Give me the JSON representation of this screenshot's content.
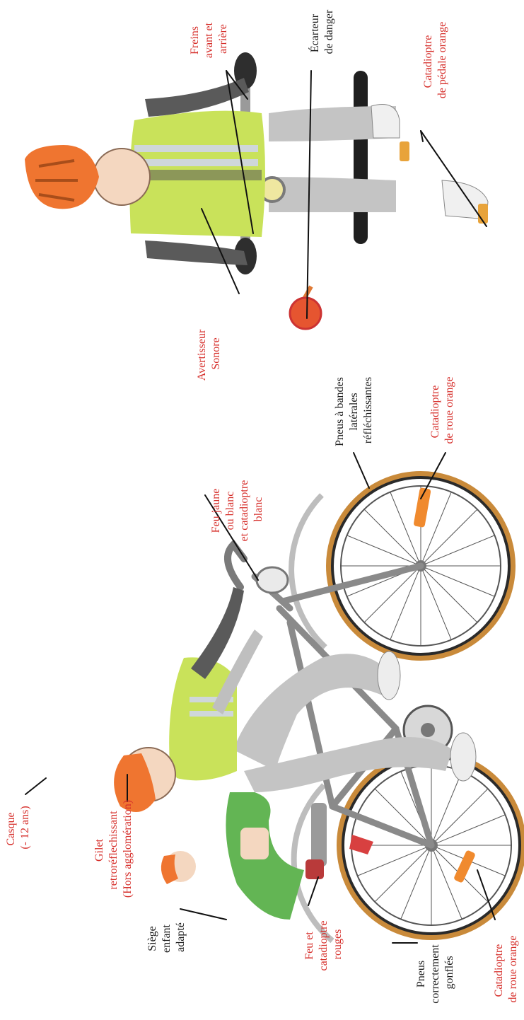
{
  "colors": {
    "label_red": "#d62f2b",
    "label_black": "#1b1b1b",
    "vest_yellow": "#c9e25a",
    "helmet_orange": "#ef7530",
    "seat_green": "#63b554",
    "trousers_grey": "#c4c4c4",
    "sleeve_dark": "#5a5a5a",
    "reflector_orange": "#f08a2e",
    "tyre_tan": "#c98a3a"
  },
  "labels": {
    "casque": [
      "Casque",
      "(- 12 ans)"
    ],
    "gilet": [
      "Gilet",
      "retroréflechissant",
      "(Hors agglomération)"
    ],
    "siege": [
      "Siège",
      "enfant",
      "adapté"
    ],
    "feu_rouge": [
      "Feu et",
      "catadioptre",
      "rouges"
    ],
    "pneus_gonfles": [
      "Pneus",
      "correctement",
      "gonflés"
    ],
    "cata_roue_arriere": [
      "Catadioptre",
      "de roue orange"
    ],
    "feu_jaune": [
      "Feu jaune",
      "ou blanc",
      "et catadioptre",
      "blanc"
    ],
    "pneus_bandes": [
      "Pneus à bandes",
      "latérales",
      "réfléchissantes"
    ],
    "cata_roue_avant": [
      "Catadioptre",
      "de roue orange"
    ],
    "avertisseur": [
      "Avertisseur",
      "Sonore"
    ],
    "freins": [
      "Freins",
      "avant et",
      "arrière"
    ],
    "ecarteur": [
      "Écarteur",
      "de danger"
    ],
    "cata_pedale": [
      "Catadioptre",
      "de pédale orange"
    ]
  }
}
